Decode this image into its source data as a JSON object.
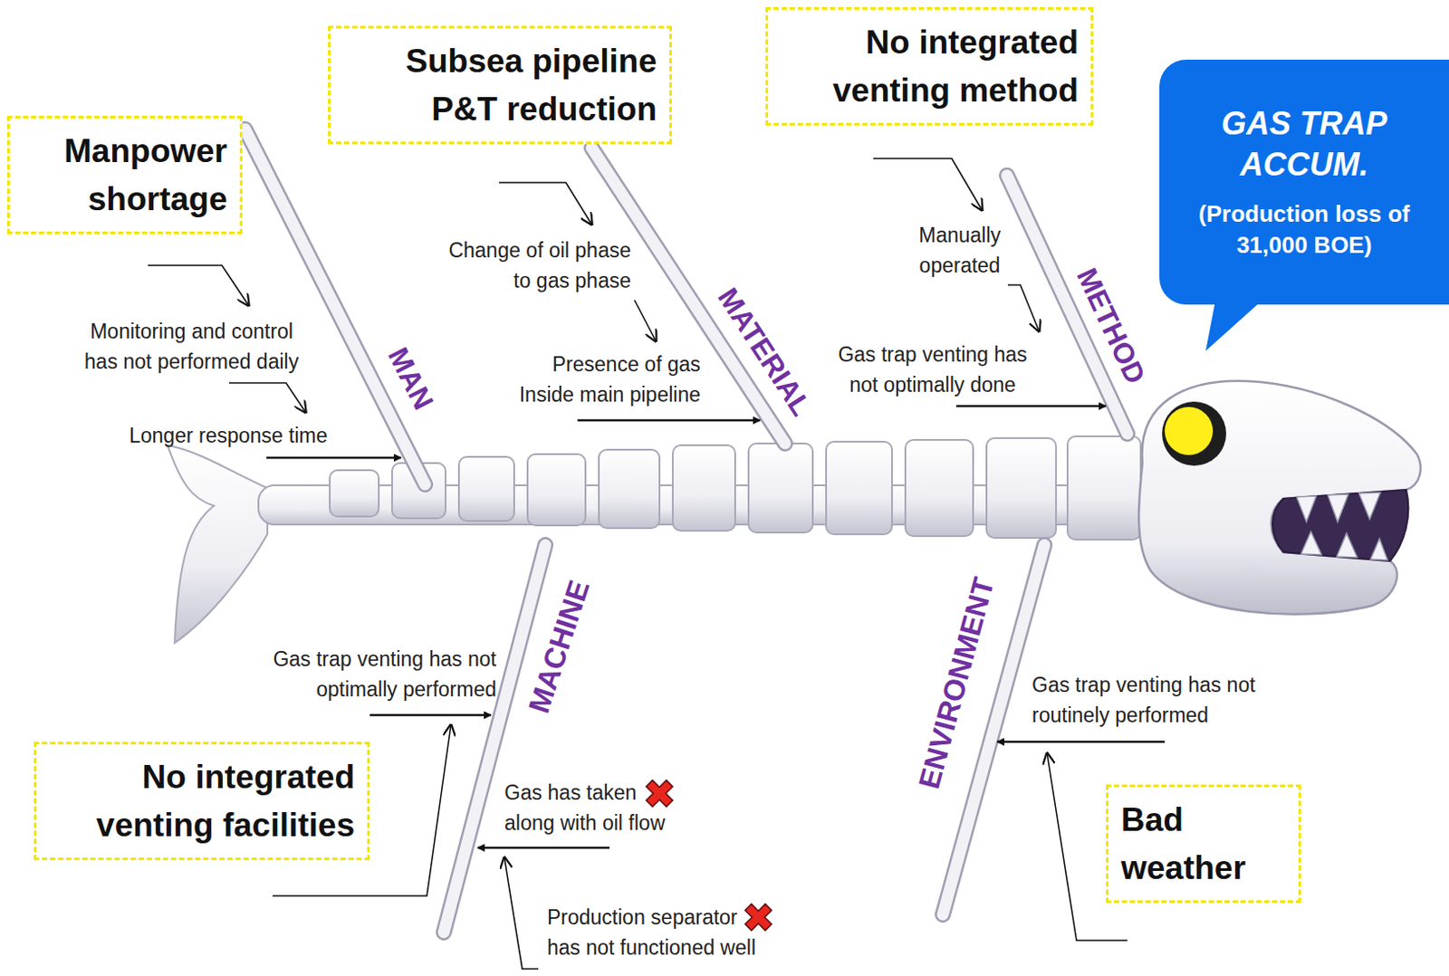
{
  "diagram": {
    "nodes": [
      {
        "text": [
          "Manpower shortage"
        ]
      },
      {
        "text": [
          "Subsea pipeline P&T reduction"
        ]
      },
      {
        "text": [
          "No integrated venting method"
        ]
      },
      {
        "text": [
          "GAS TRAP ACCUM.",
          "(Production loss of 31,000 BOE)"
        ]
      },
      {
        "text": [
          "No integrated venting facilities"
        ]
      },
      {
        "text": [
          "Bad weather"
        ]
      }
    ],
    "labels": [
      "Monitoring and control has not performed daily",
      "Longer response time",
      "MAN",
      "Change of oil phase to gas phase",
      "Presence of gas Inside main pipeline",
      "MATERIAL",
      "Manually operated",
      "Gas trap venting has not optimally done",
      "METHOD",
      "Gas trap venting has not optimally performed",
      "MACHINE",
      "Gas has taken along with oil flow",
      "Production separator has not functioned well",
      "ENVIRONMENT",
      "Gas trap venting has not routinely performed"
    ]
  }
}
